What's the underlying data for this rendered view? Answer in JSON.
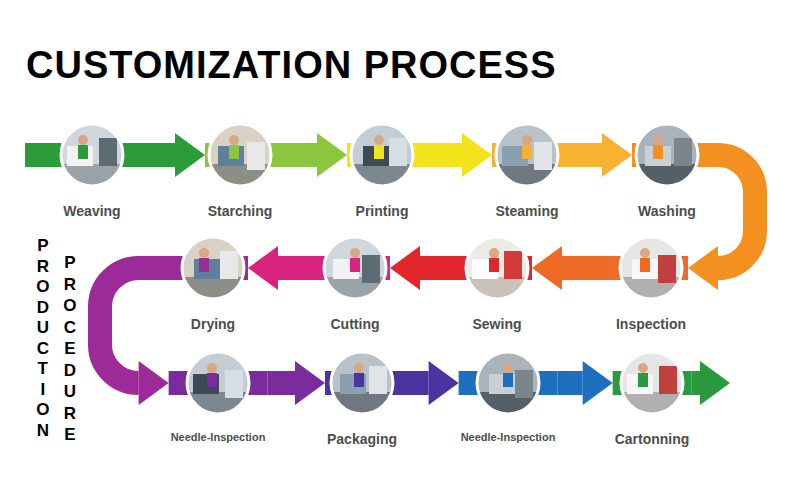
{
  "diagram": {
    "title": "CUSTOMIZATION PROCESS",
    "nodes": [
      {
        "text": [
          "Weaving"
        ]
      },
      {
        "text": [
          "Starching"
        ]
      },
      {
        "text": [
          "Printing"
        ]
      },
      {
        "text": [
          "Steaming"
        ]
      },
      {
        "text": [
          "Washing"
        ]
      },
      {
        "text": [
          "Inspection"
        ]
      },
      {
        "text": [
          "Sewing"
        ]
      },
      {
        "text": [
          "Cutting"
        ]
      },
      {
        "text": [
          "Drying"
        ]
      },
      {
        "text": [
          "Needle-Inspection"
        ]
      },
      {
        "text": [
          "Packaging"
        ]
      },
      {
        "text": [
          "Needle-Inspection"
        ]
      },
      {
        "text": [
          "Cartonning"
        ]
      }
    ],
    "edges": [
      {
        "from": 0,
        "to": 1,
        "arrow": "to"
      },
      {
        "from": 1,
        "to": 2,
        "arrow": "to"
      },
      {
        "from": 2,
        "to": 3,
        "arrow": "to"
      },
      {
        "from": 3,
        "to": 4,
        "arrow": "to"
      },
      {
        "from": 4,
        "to": 5,
        "arrow": "to"
      },
      {
        "from": 5,
        "to": 6,
        "arrow": "to"
      },
      {
        "from": 6,
        "to": 7,
        "arrow": "to"
      },
      {
        "from": 7,
        "to": 8,
        "arrow": "to"
      },
      {
        "from": 8,
        "to": 9,
        "arrow": "to"
      },
      {
        "from": 9,
        "to": 10,
        "arrow": "to"
      },
      {
        "from": 10,
        "to": 11,
        "arrow": "to"
      },
      {
        "from": 11,
        "to": 12,
        "arrow": "to"
      }
    ],
    "labels": [
      "PRODUCTION",
      "PROCEDURE"
    ]
  }
}
